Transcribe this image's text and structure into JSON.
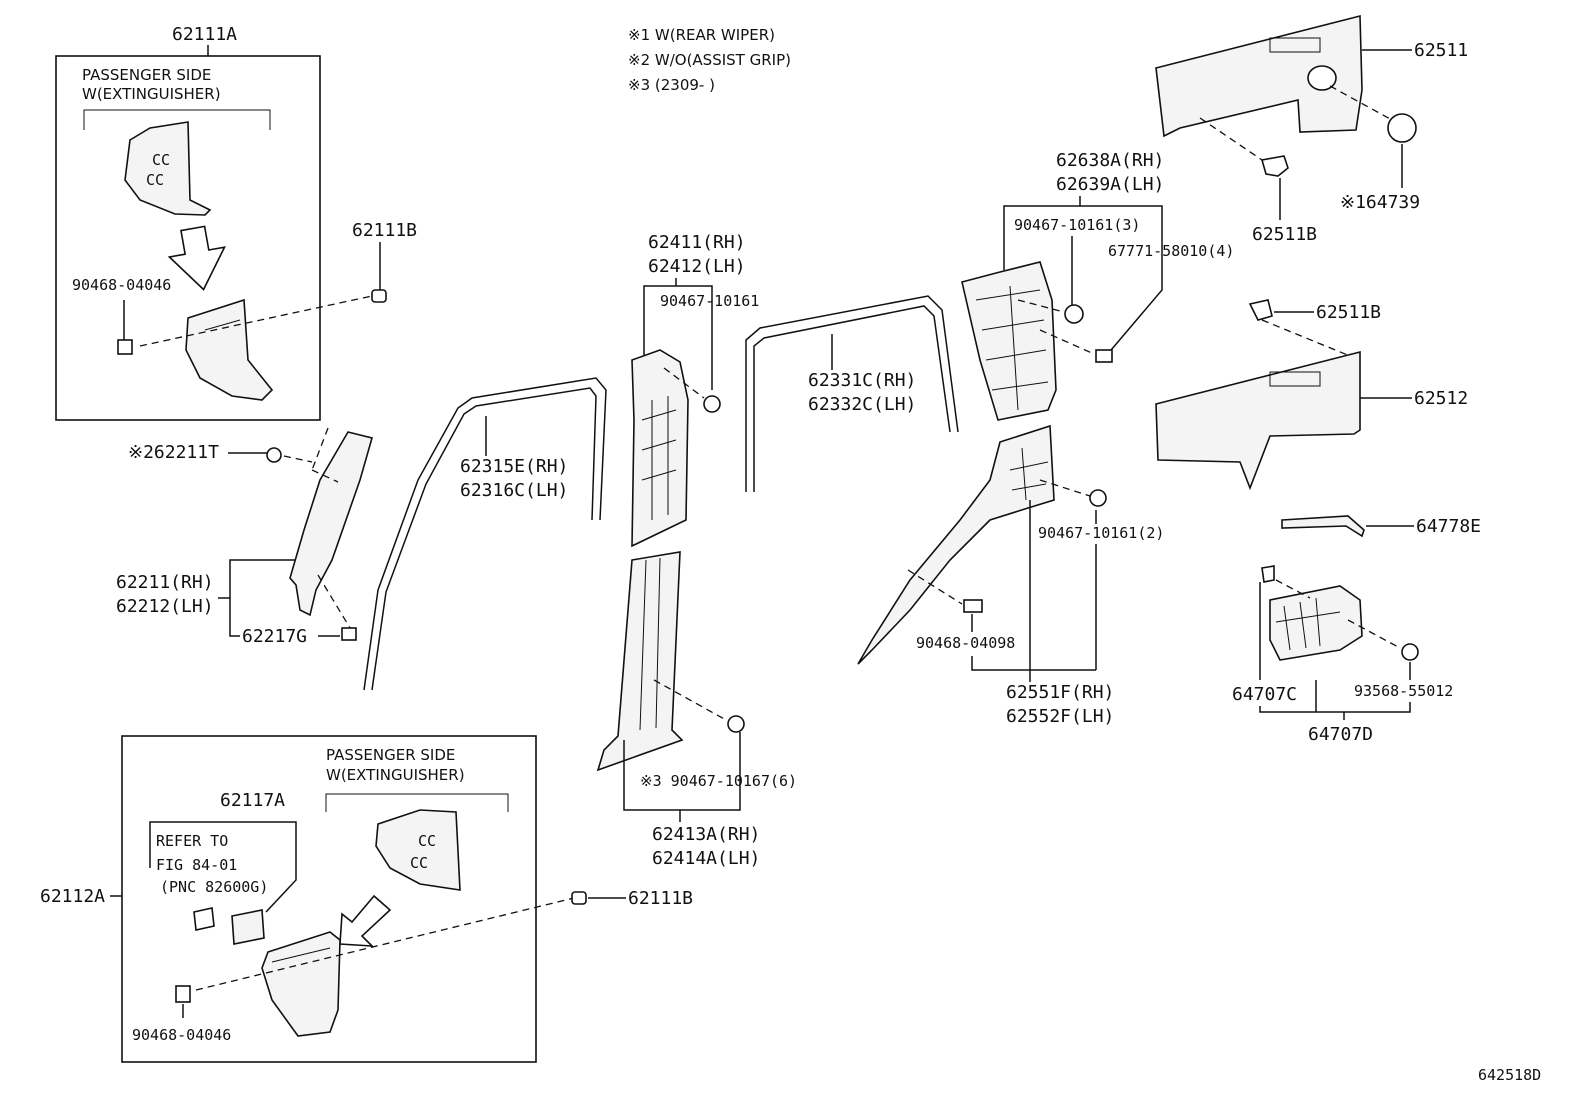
{
  "notes": [
    "※1 W(REAR WIPER)",
    "※2 W/O(ASSIST GRIP)",
    "※3 (2309-      )"
  ],
  "box_top": {
    "part_no": "62111A",
    "heading_1": "PASSENGER SIDE",
    "heading_2": "W(EXTINGUISHER)",
    "clip_label": "90468-04046",
    "cc_marks": [
      "CC",
      "CC"
    ]
  },
  "box_bottom": {
    "part_no": "62112A",
    "heading_1": "PASSENGER SIDE",
    "heading_2": "W(EXTINGUISHER)",
    "sub_part_no": "62117A",
    "refer_1": "REFER TO",
    "refer_2": "FIG 84-01",
    "refer_3": "(PNC 82600G)",
    "clip_label": "90468-04046",
    "cc_marks": [
      "CC",
      "CC"
    ]
  },
  "labels": {
    "p62111B_top": "62111B",
    "p62111B_bottom": "62111B",
    "p62211T": "※262211T",
    "p62211": "62211(RH)",
    "p62212": "62212(LH)",
    "p62217G": "62217G",
    "p62315E": "62315E(RH)",
    "p62316C": "62316C(LH)",
    "p62411": "62411(RH)",
    "p62412": "62412(LH)",
    "p90467_10161": "90467-10161",
    "p62413A": "62413A(RH)",
    "p62414A": "62414A(LH)",
    "p90467_10167": "※3 90467-10167(6)",
    "p62331C": "62331C(RH)",
    "p62332C": "62332C(LH)",
    "p62638A": "62638A(RH)",
    "p62639A": "62639A(LH)",
    "p90467_10161_3": "90467-10161(3)",
    "p67771": "67771-58010(4)",
    "p90467_10161_2": "90467-10161(2)",
    "p90468_04098": "90468-04098",
    "p62551F": "62551F(RH)",
    "p62552F": "62552F(LH)",
    "p62511": "62511",
    "p62511B_a": "62511B",
    "p62511B_b": "62511B",
    "p64739": "※164739",
    "p62512": "62512",
    "p64778E": "64778E",
    "p64707C": "64707C",
    "p93568": "93568-55012",
    "p64707D": "64707D"
  },
  "figure_id": "642518D"
}
